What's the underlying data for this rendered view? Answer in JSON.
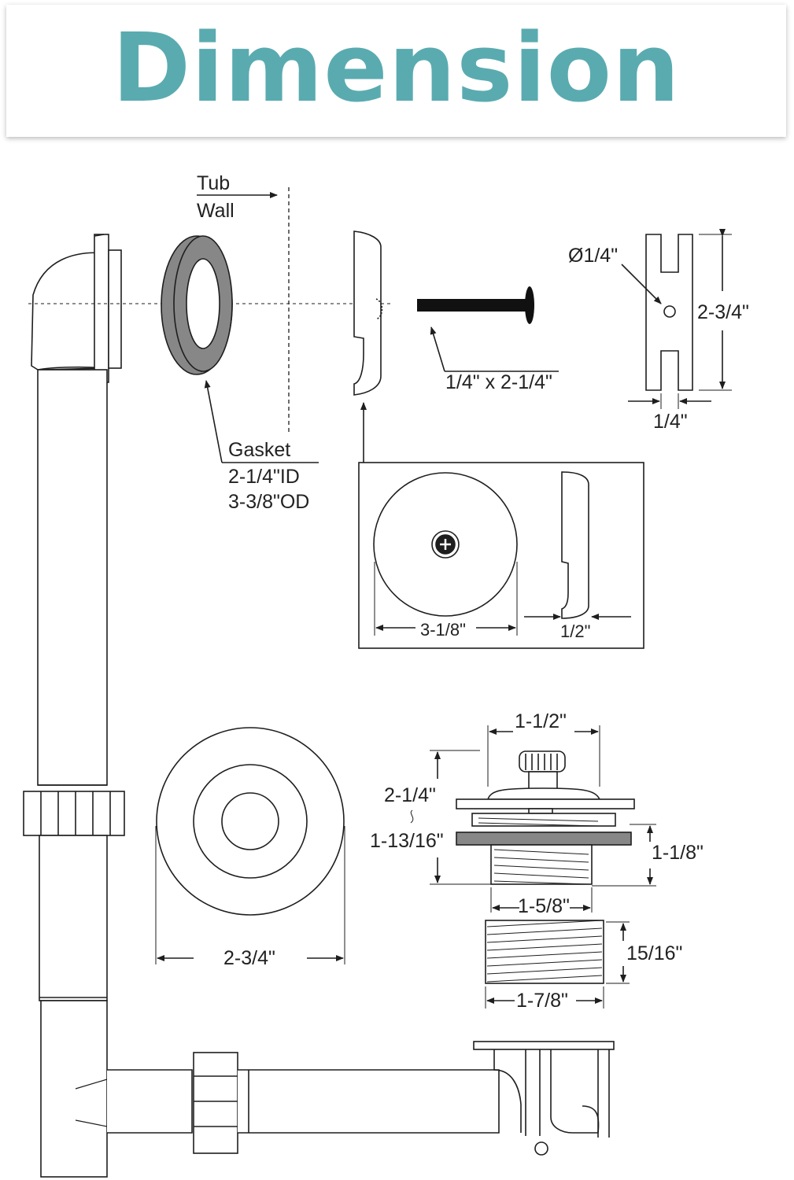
{
  "title": "Dimension",
  "colors": {
    "title": "#5aabb0",
    "line": "#1e1e1e",
    "gasket": "#878787"
  },
  "labels": {
    "tub": "Tub",
    "wall": "Wall",
    "gasket": "Gasket",
    "gasket_id": "2-1/4\"ID",
    "gasket_od": "3-3/8\"OD",
    "screw": "1/4\" x 2-1/4\"",
    "hole": "Ø1/4\"",
    "link_height": "2-3/4\"",
    "link_width": "1/4\"",
    "plate_diameter": "3-1/8\"",
    "plate_depth": "1/2\"",
    "flange_diameter": "2-3/4\"",
    "stopper_top": "1-1/2\"",
    "stopper_height_a": "2-1/4\"",
    "stopper_height_b": "1-13/16\"",
    "body_height": "1-1/8\"",
    "body_width": "1-5/8\"",
    "thread_height": "15/16\"",
    "thread_width": "1-7/8\""
  }
}
